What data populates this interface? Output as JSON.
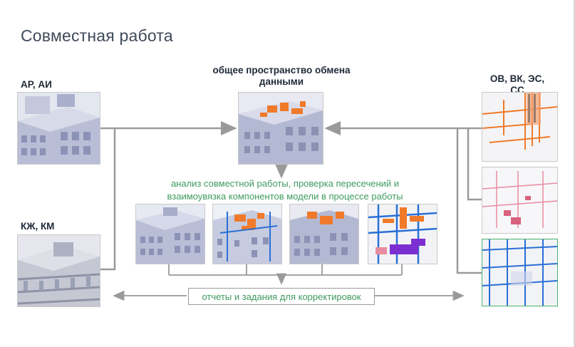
{
  "title": "Совместная работа",
  "labels": {
    "ar": "АР, АИ",
    "kzh": "КЖ, КМ",
    "shared_line1": "общее пространство обмена",
    "shared_line2": "данными",
    "ov_line1": "ОВ, ВК, ЭС,",
    "ov_line2": "СС"
  },
  "analysis": {
    "line1": "анализ совместной работы, проверка пересечений и",
    "line2": "взаимоувязка компонентов модели в процессе работы"
  },
  "reports_label": "отчеты и задания для корректировок",
  "icons": {
    "ar_model": "building-model-image",
    "kzh_model": "structure-model-image",
    "shared_model": "combined-model-image",
    "ov_model": "ducts-model-image",
    "vk_model": "pipes-model-image",
    "es_model": "cables-model-image"
  },
  "colors": {
    "title": "#404a5a",
    "green": "#3f9a5f",
    "line": "#9a9a9a",
    "orange": "#f07a2a",
    "blue": "#2a6fd6",
    "pink": "#e88aa0",
    "facade": "#b9bed6"
  }
}
